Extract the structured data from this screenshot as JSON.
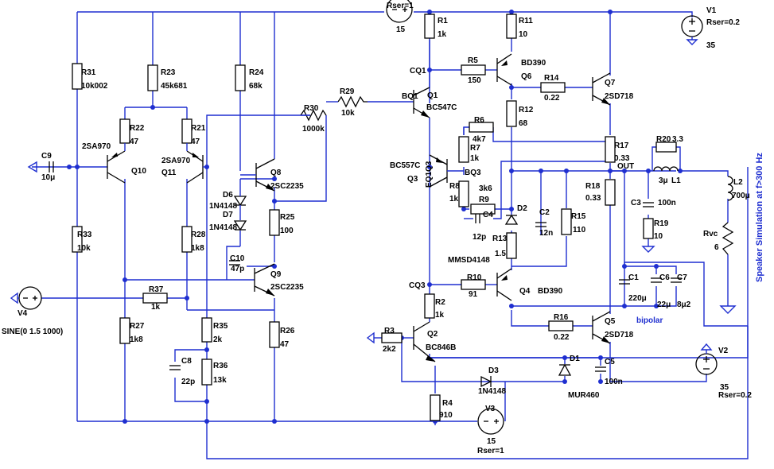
{
  "diagram": {
    "side_note": "Speaker Simulation at f>300 Hz",
    "coupling_label": "bipolar",
    "labels": [
      {
        "id": "rser1_top",
        "text": "Rser=1"
      },
      {
        "id": "rser1_val",
        "text": "15"
      },
      {
        "id": "v1_name",
        "text": "V1"
      },
      {
        "id": "v1_rser",
        "text": "Rser=0.2"
      },
      {
        "id": "v1_val",
        "text": "35"
      },
      {
        "id": "v2_name",
        "text": "V2"
      },
      {
        "id": "v2_val",
        "text": "35"
      },
      {
        "id": "v2_rser",
        "text": "Rser=0.2"
      },
      {
        "id": "v3_name",
        "text": "V3"
      },
      {
        "id": "v3_val",
        "text": "15"
      },
      {
        "id": "v3_rser",
        "text": "Rser=1"
      },
      {
        "id": "v4_name",
        "text": "V4"
      },
      {
        "id": "v4_src",
        "text": "SINE(0 1.5 1000)"
      },
      {
        "id": "r1_name",
        "text": "R1"
      },
      {
        "id": "r1_val",
        "text": "1k"
      },
      {
        "id": "r11_name",
        "text": "R11"
      },
      {
        "id": "r11_val",
        "text": "10"
      },
      {
        "id": "q6_part",
        "text": "BD390"
      },
      {
        "id": "q6_name",
        "text": "Q6"
      },
      {
        "id": "cq1",
        "text": "CQ1"
      },
      {
        "id": "r5_name",
        "text": "R5"
      },
      {
        "id": "r5_val",
        "text": "150"
      },
      {
        "id": "r14_name",
        "text": "R14"
      },
      {
        "id": "r14_val",
        "text": "0.22"
      },
      {
        "id": "q7_name",
        "text": "Q7"
      },
      {
        "id": "q7_part",
        "text": "2SD718"
      },
      {
        "id": "bq1",
        "text": "BQ1"
      },
      {
        "id": "q1_name",
        "text": "Q1"
      },
      {
        "id": "q1_part",
        "text": "BC547C"
      },
      {
        "id": "r12_name",
        "text": "R12"
      },
      {
        "id": "r12_val",
        "text": "68"
      },
      {
        "id": "r6_name",
        "text": "R6"
      },
      {
        "id": "r6_val",
        "text": "4k7"
      },
      {
        "id": "r7_name",
        "text": "R7"
      },
      {
        "id": "r7_val",
        "text": "1k"
      },
      {
        "id": "r17_name",
        "text": "R17"
      },
      {
        "id": "r17_val",
        "text": "0.33"
      },
      {
        "id": "out",
        "text": "OUT"
      },
      {
        "id": "r20_name",
        "text": "R20"
      },
      {
        "id": "r20_val",
        "text": "3.3"
      },
      {
        "id": "l1_name",
        "text": "L1"
      },
      {
        "id": "l1_val",
        "text": "3μ"
      },
      {
        "id": "l2_name",
        "text": "L2"
      },
      {
        "id": "l2_val",
        "text": "700μ"
      },
      {
        "id": "c3_name",
        "text": "C3"
      },
      {
        "id": "c3_val",
        "text": "100n"
      },
      {
        "id": "r19_name",
        "text": "R19"
      },
      {
        "id": "r19_val",
        "text": "10"
      },
      {
        "id": "rvc_name",
        "text": "Rvc"
      },
      {
        "id": "rvc_val",
        "text": "6"
      },
      {
        "id": "q3_part",
        "text": "BC557C"
      },
      {
        "id": "q3_name",
        "text": "Q3"
      },
      {
        "id": "eq1q3",
        "text": "EQ1Q3"
      },
      {
        "id": "bq3",
        "text": "BQ3"
      },
      {
        "id": "r8_name",
        "text": "R8"
      },
      {
        "id": "r8_val",
        "text": "1k"
      },
      {
        "id": "r9_name",
        "text": "R9"
      },
      {
        "id": "r9_val",
        "text": "3k6"
      },
      {
        "id": "c4_name",
        "text": "C4"
      },
      {
        "id": "c4_val",
        "text": "12p"
      },
      {
        "id": "d2_name",
        "text": "D2"
      },
      {
        "id": "c2_name",
        "text": "C2"
      },
      {
        "id": "c2_val",
        "text": "12n"
      },
      {
        "id": "r13_name",
        "text": "R13"
      },
      {
        "id": "r13_val",
        "text": "1.5"
      },
      {
        "id": "r15_name",
        "text": "R15"
      },
      {
        "id": "r15_val",
        "text": "110"
      },
      {
        "id": "r18_name",
        "text": "R18"
      },
      {
        "id": "r18_val",
        "text": "0.33"
      },
      {
        "id": "mmsd",
        "text": "MMSD4148"
      },
      {
        "id": "cq3",
        "text": "CQ3"
      },
      {
        "id": "r10_name",
        "text": "R10"
      },
      {
        "id": "r10_val",
        "text": "91"
      },
      {
        "id": "q4_name",
        "text": "Q4"
      },
      {
        "id": "q4_part",
        "text": "BD390"
      },
      {
        "id": "r2_name",
        "text": "R2"
      },
      {
        "id": "r2_val",
        "text": "1k"
      },
      {
        "id": "r16_name",
        "text": "R16"
      },
      {
        "id": "r16_val",
        "text": "0.22"
      },
      {
        "id": "q5_name",
        "text": "Q5"
      },
      {
        "id": "q5_part",
        "text": "2SD718"
      },
      {
        "id": "r3_name",
        "text": "R3"
      },
      {
        "id": "r3_val",
        "text": "2k2"
      },
      {
        "id": "q2_name",
        "text": "Q2"
      },
      {
        "id": "q2_part",
        "text": "BC846B"
      },
      {
        "id": "d1_name",
        "text": "D1"
      },
      {
        "id": "c5_name",
        "text": "C5"
      },
      {
        "id": "c5_val",
        "text": "100n"
      },
      {
        "id": "d3_name",
        "text": "D3"
      },
      {
        "id": "d3_part",
        "text": "1N4148"
      },
      {
        "id": "mur",
        "text": "MUR460"
      },
      {
        "id": "r4_name",
        "text": "R4"
      },
      {
        "id": "r4_val",
        "text": "910"
      },
      {
        "id": "c1_name",
        "text": "C1"
      },
      {
        "id": "c1_val",
        "text": "220μ"
      },
      {
        "id": "c6_name",
        "text": "C6"
      },
      {
        "id": "c6_val",
        "text": "22μ"
      },
      {
        "id": "c7_name",
        "text": "C7"
      },
      {
        "id": "c7_val",
        "text": "8μ2"
      },
      {
        "id": "r31_name",
        "text": "R31"
      },
      {
        "id": "r31_val",
        "text": "10k002"
      },
      {
        "id": "r23_name",
        "text": "R23"
      },
      {
        "id": "r23_val",
        "text": "45k681"
      },
      {
        "id": "r24_name",
        "text": "R24"
      },
      {
        "id": "r24_val",
        "text": "68k"
      },
      {
        "id": "r22_name",
        "text": "R22"
      },
      {
        "id": "r22_val",
        "text": "47"
      },
      {
        "id": "r21_name",
        "text": "R21"
      },
      {
        "id": "r21_val",
        "text": "47"
      },
      {
        "id": "q10_part",
        "text": "2SA970"
      },
      {
        "id": "q10_name",
        "text": "Q10"
      },
      {
        "id": "q11_part",
        "text": "2SA970"
      },
      {
        "id": "q11_name",
        "text": "Q11"
      },
      {
        "id": "c9_name",
        "text": "C9"
      },
      {
        "id": "c9_val",
        "text": "10μ"
      },
      {
        "id": "r30_name",
        "text": "R30"
      },
      {
        "id": "r30_val",
        "text": "1000k"
      },
      {
        "id": "r29_name",
        "text": "R29"
      },
      {
        "id": "r29_val",
        "text": "10k"
      },
      {
        "id": "q8_name",
        "text": "Q8"
      },
      {
        "id": "q8_part",
        "text": "2SC2235"
      },
      {
        "id": "d6_name",
        "text": "D6"
      },
      {
        "id": "d6_part",
        "text": "1N4148"
      },
      {
        "id": "d7_name",
        "text": "D7"
      },
      {
        "id": "d7_part",
        "text": "1N4148"
      },
      {
        "id": "r25_name",
        "text": "R25"
      },
      {
        "id": "r25_val",
        "text": "100"
      },
      {
        "id": "r28_name",
        "text": "R28"
      },
      {
        "id": "r28_val",
        "text": "1k8"
      },
      {
        "id": "c10_name",
        "text": "C10"
      },
      {
        "id": "c10_val",
        "text": "47p"
      },
      {
        "id": "q9_name",
        "text": "Q9"
      },
      {
        "id": "q9_part",
        "text": "2SC2235"
      },
      {
        "id": "r33_name",
        "text": "R33"
      },
      {
        "id": "r33_val",
        "text": "10k"
      },
      {
        "id": "r37_name",
        "text": "R37"
      },
      {
        "id": "r37_val",
        "text": "1k"
      },
      {
        "id": "r27_name",
        "text": "R27"
      },
      {
        "id": "r27_val",
        "text": "1k8"
      },
      {
        "id": "r35_name",
        "text": "R35"
      },
      {
        "id": "r35_val",
        "text": "2k"
      },
      {
        "id": "r36_name",
        "text": "R36"
      },
      {
        "id": "r36_val",
        "text": "13k"
      },
      {
        "id": "c8_name",
        "text": "C8"
      },
      {
        "id": "c8_val",
        "text": "22p"
      },
      {
        "id": "r26_name",
        "text": "R26"
      },
      {
        "id": "r26_val",
        "text": "47"
      }
    ]
  }
}
